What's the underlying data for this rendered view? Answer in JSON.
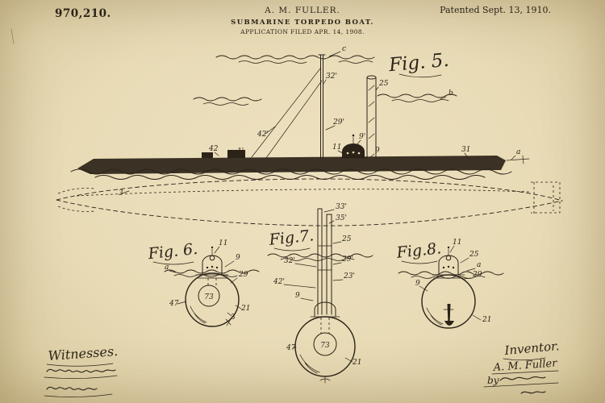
{
  "document": {
    "patent_number": "970,210.",
    "inventor_name": "A. M. FULLER.",
    "invention_title": "SUBMARINE TORPEDO BOAT.",
    "application_line": "APPLICATION FILED APR. 14, 1908.",
    "patent_date": "Patented Sept. 13, 1910."
  },
  "fig5": {
    "caption": "Fig. 5.",
    "labels": {
      "c": "c",
      "b": "b",
      "a": "a",
      "p32": "32'",
      "n25": "25",
      "p42": "42'",
      "p29": "29'",
      "p9": "9'",
      "n11": "11",
      "n9": "9",
      "n31": "31",
      "n42": "42",
      "p1": "1'",
      "n3": "3"
    }
  },
  "fig6": {
    "caption": "Fig. 6.",
    "labels": {
      "n11": "11",
      "n9": "9",
      "a": "a",
      "n29": "29",
      "n47": "47",
      "n73": "73",
      "n21": "21",
      "n3": "3"
    }
  },
  "fig7": {
    "caption": "Fig.7.",
    "labels": {
      "p33": "33'",
      "p35": "35'",
      "n25": "25",
      "p32": "32'",
      "p42": "42'",
      "p29": "29'",
      "p23": "23'",
      "n9": "9",
      "n47": "47",
      "n73": "73",
      "n21": "21"
    }
  },
  "fig8": {
    "caption": "Fig.8.",
    "labels": {
      "n11": "11",
      "n25": "25",
      "a": "a",
      "n29": "29",
      "n9": "9",
      "n21": "21"
    }
  },
  "signatures": {
    "witnesses_label": "Witnesses.",
    "inventor_label": "Inventor.",
    "inventor_signature": "A. M. Fuller",
    "by_label": "by"
  },
  "colors": {
    "paper": "#e8dbb6",
    "ink": "#2b2318"
  }
}
